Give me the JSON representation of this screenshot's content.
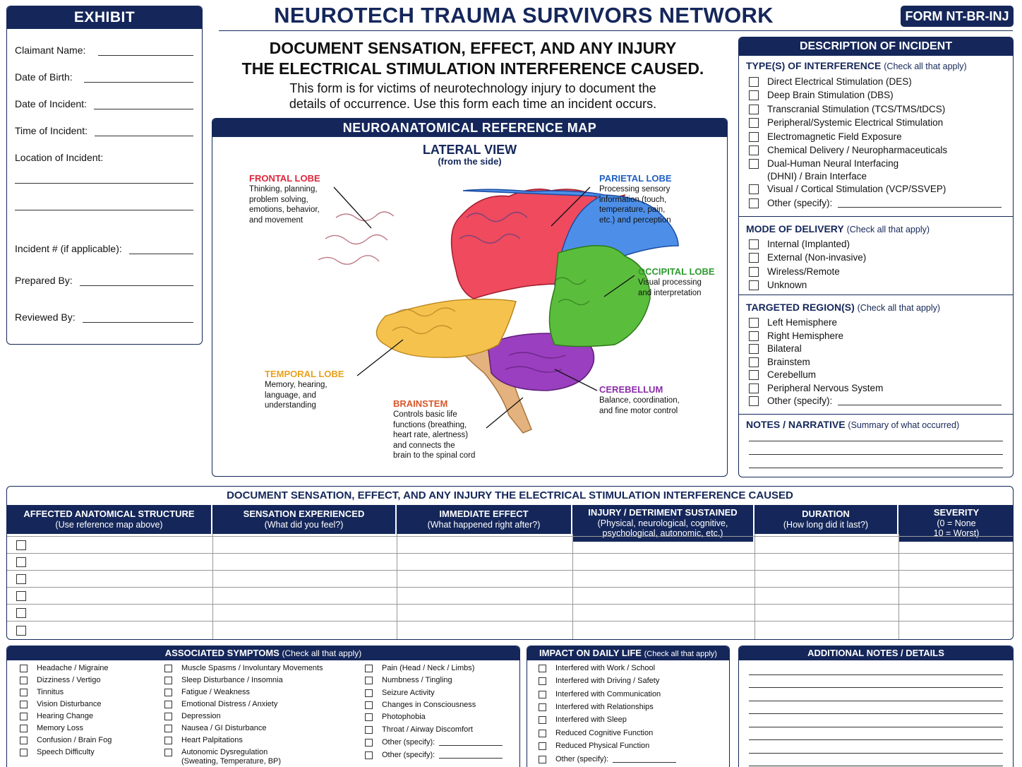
{
  "title": "NEUROTECH TRAUMA SURVIVORS NETWORK",
  "form_code": "FORM NT-BR-INJ",
  "exhibit": {
    "header": "EXHIBIT",
    "fields": [
      "Claimant Name:",
      "Date of Birth:",
      "Date of Incident:",
      "Time of Incident:",
      "Location of Incident:",
      "Incident # (if applicable):",
      "Prepared By:",
      "Reviewed By:"
    ]
  },
  "subtitle": {
    "line1": "DOCUMENT SENSATION, EFFECT, AND ANY INJURY",
    "line2": "THE ELECTRICAL STIMULATION INTERFERENCE CAUSED."
  },
  "intro": {
    "line1": "This form is for victims of neurotechnology injury to document the",
    "line2": "details of occurrence. Use this form each time an incident occurs."
  },
  "map": {
    "header": "NEUROANATOMICAL REFERENCE MAP",
    "title": "LATERAL VIEW",
    "subtitle": "(from the side)",
    "lobes": {
      "frontal": {
        "name": "FRONTAL LOBE",
        "color": "#e0263c",
        "lines": [
          "Thinking, planning,",
          "problem solving,",
          "emotions, behavior,",
          "and movement"
        ]
      },
      "parietal": {
        "name": "PARIETAL LOBE",
        "color": "#1f5fc4",
        "lines": [
          "Processing sensory",
          "information (touch,",
          "temperature, pain,",
          "etc.) and perception"
        ]
      },
      "occipital": {
        "name": "OCCIPITAL LOBE",
        "color": "#2f9a2f",
        "lines": [
          "Visual processing",
          "and interpretation"
        ]
      },
      "temporal": {
        "name": "TEMPORAL LOBE",
        "color": "#e8a21c",
        "lines": [
          "Memory, hearing,",
          "language, and",
          "understanding"
        ]
      },
      "brainstem": {
        "name": "BRAINSTEM",
        "color": "#d9562a",
        "lines": [
          "Controls basic life",
          "functions (breathing,",
          "heart rate, alertness)",
          "and connects the",
          "brain to the spinal cord"
        ]
      },
      "cerebellum": {
        "name": "CEREBELLUM",
        "color": "#8a2ea8",
        "lines": [
          "Balance, coordination,",
          "and fine motor control"
        ]
      }
    }
  },
  "description": {
    "header": "DESCRIPTION OF INCIDENT",
    "types": {
      "title": "TYPE(S) OF INTERFERENCE",
      "note": "(Check all that apply)",
      "items": [
        "Direct Electrical Stimulation (DES)",
        "Deep Brain Stimulation (DBS)",
        "Transcranial Stimulation (TCS/TMS/tDCS)",
        "Peripheral/Systemic Electrical Stimulation",
        "Electromagnetic Field Exposure",
        "Chemical Delivery / Neuropharmaceuticals",
        "Dual-Human Neural Interfacing",
        "(DHNI) / Brain Interface",
        "Visual / Cortical Stimulation (VCP/SSVEP)",
        "Other (specify):"
      ]
    },
    "mode": {
      "title": "MODE OF DELIVERY",
      "note": "(Check all that apply)",
      "items": [
        "Internal (Implanted)",
        "External (Non-invasive)",
        "Wireless/Remote",
        "Unknown"
      ]
    },
    "regions": {
      "title": "TARGETED REGION(S)",
      "note": "(Check all that apply)",
      "items": [
        "Left Hemisphere",
        "Right Hemisphere",
        "Bilateral",
        "Brainstem",
        "Cerebellum",
        "Peripheral Nervous System",
        "Other (specify):"
      ]
    },
    "notes": {
      "title": "NOTES / NARRATIVE",
      "note": "(Summary of what occurred)"
    }
  },
  "table": {
    "title": "DOCUMENT SENSATION, EFFECT, AND ANY INJURY THE ELECTRICAL STIMULATION INTERFERENCE CAUSED",
    "columns": [
      {
        "h": "AFFECTED ANATOMICAL STRUCTURE",
        "s": "(Use reference map above)"
      },
      {
        "h": "SENSATION EXPERIENCED",
        "s": "(What did you feel?)"
      },
      {
        "h": "IMMEDIATE EFFECT",
        "s": "(What happened right after?)"
      },
      {
        "h": "INJURY / DETRIMENT SUSTAINED",
        "s": "(Physical, neurological, cognitive,",
        "s2": "psychological, autonomic, etc.)"
      },
      {
        "h": "DURATION",
        "s": "(How long did it last?)"
      },
      {
        "h": "SEVERITY",
        "s": "(0 = None",
        "s2": "10 = Worst)"
      }
    ]
  },
  "symptoms": {
    "title": "ASSOCIATED SYMPTOMS",
    "note": "(Check all that apply)",
    "col1": [
      "Headache / Migraine",
      "Dizziness / Vertigo",
      "Tinnitus",
      "Vision Disturbance",
      "Hearing Change",
      "Memory Loss",
      "Confusion / Brain Fog",
      "Speech Difficulty"
    ],
    "col2": [
      "Muscle Spasms / Involuntary Movements",
      "Sleep Disturbance / Insomnia",
      "Fatigue / Weakness",
      "Emotional Distress / Anxiety",
      "Depression",
      "Nausea / GI Disturbance",
      "Heart Palpitations",
      "Autonomic Dysregulation",
      "(Sweating, Temperature, BP)"
    ],
    "col3": [
      "Pain (Head / Neck / Limbs)",
      "Numbness / Tingling",
      "Seizure Activity",
      "Changes in Consciousness",
      "Photophobia",
      "Throat / Airway Discomfort",
      "Other (specify):",
      "Other (specify):"
    ]
  },
  "impact": {
    "title": "IMPACT ON DAILY LIFE",
    "note": "(Check all that apply)",
    "items": [
      "Interfered with Work / School",
      "Interfered with Driving / Safety",
      "Interfered with Communication",
      "Interfered with Relationships",
      "Interfered with Sleep",
      "Reduced Cognitive Function",
      "Reduced Physical Function",
      "Other (specify):"
    ]
  },
  "additional": {
    "title": "ADDITIONAL NOTES / DETAILS"
  }
}
